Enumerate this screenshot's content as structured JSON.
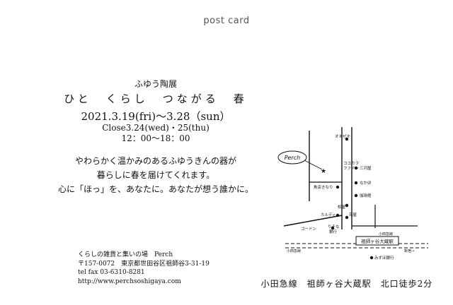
{
  "header": {
    "label": "post card"
  },
  "card": {
    "subtitle": "ふゆう陶展",
    "title": "ひと　くらし　つながる　春",
    "dates": "2021.3.19(fri)～3.28（sun）",
    "closed": "Close3.24(wed)・25(thu)",
    "hours": "12：00～18：00",
    "desc_line1": "やわらかく温かみのあるふゆうきんの器が",
    "desc_line2": "暮らしに春を届けてくれます。",
    "desc_line3": "心に「ほっ」を、あなたに。あなたが想う誰かに。",
    "shop_name": "くらしの雑貨と集いの場　Perch",
    "shop_address": "〒157-0072　東京都世田谷区祖師谷3-31-19",
    "shop_tel": "tel fax 03-6310-8281",
    "shop_url": "http://www.perchsoshigaya.com"
  },
  "map": {
    "perch_label": "Perch",
    "labels": {
      "oozeki": "オオゼキ",
      "mikawaya": "三河屋",
      "cocokara1": "ココカラ",
      "cocokara2": "ファイン",
      "nakau": "なか卯",
      "uotenkirari": "魚店きなり",
      "coffee": "珈琲館",
      "matsuya": "松屋",
      "kaldi": "カルディ",
      "hanaya": "花屋",
      "gordon": "ゴードン",
      "resona1": "りそな",
      "resona2": "銀行",
      "odakyu_small": "小田急線",
      "odakyu_line": "小田急線",
      "station": "祖師ヶ谷大蔵駅",
      "shinjuku": "新宿→",
      "mizuho": "みずほ銀行"
    }
  },
  "access": "小田急線　祖師ヶ谷大蔵駅　北口徒歩2分"
}
